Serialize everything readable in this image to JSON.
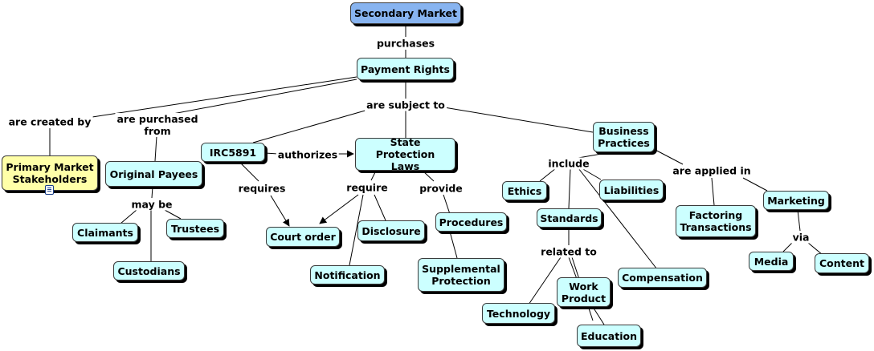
{
  "nodes": {
    "secondary_market": "Secondary Market",
    "payment_rights": "Payment Rights",
    "primary_market_stakeholders": "Primary Market\nStakeholders",
    "original_payees": "Original Payees",
    "irc5891": "IRC5891",
    "state_protection_laws": "State Protection\nLaws",
    "business_practices": "Business\nPractices",
    "claimants": "Claimants",
    "trustees": "Trustees",
    "custodians": "Custodians",
    "court_order": "Court order",
    "disclosure": "Disclosure",
    "notification": "Notification",
    "procedures": "Procedures",
    "supplemental_protection": "Supplemental\nProtection",
    "ethics": "Ethics",
    "liabilities": "Liabilities",
    "standards": "Standards",
    "compensation": "Compensation",
    "technology": "Technology",
    "work_product": "Work\nProduct",
    "education": "Education",
    "factoring_transactions": "Factoring\nTransactions",
    "marketing": "Marketing",
    "media": "Media",
    "content": "Content"
  },
  "links": {
    "purchases": "purchases",
    "are_created_by": "are created by",
    "are_purchased_from": "are purchased\nfrom",
    "are_subject_to": "are subject to",
    "authorizes": "authorizes",
    "requires": "requires",
    "require": "require",
    "provide": "provide",
    "may_be": "may be",
    "include": "include",
    "related_to": "related to",
    "are_applied_in": "are applied in",
    "via": "via"
  },
  "icons": {
    "resource": "document-icon"
  },
  "colors": {
    "concept_fill": "#ccffff",
    "root_fill": "#88b4f0",
    "highlight_fill": "#ffffa8",
    "line": "#000000"
  }
}
